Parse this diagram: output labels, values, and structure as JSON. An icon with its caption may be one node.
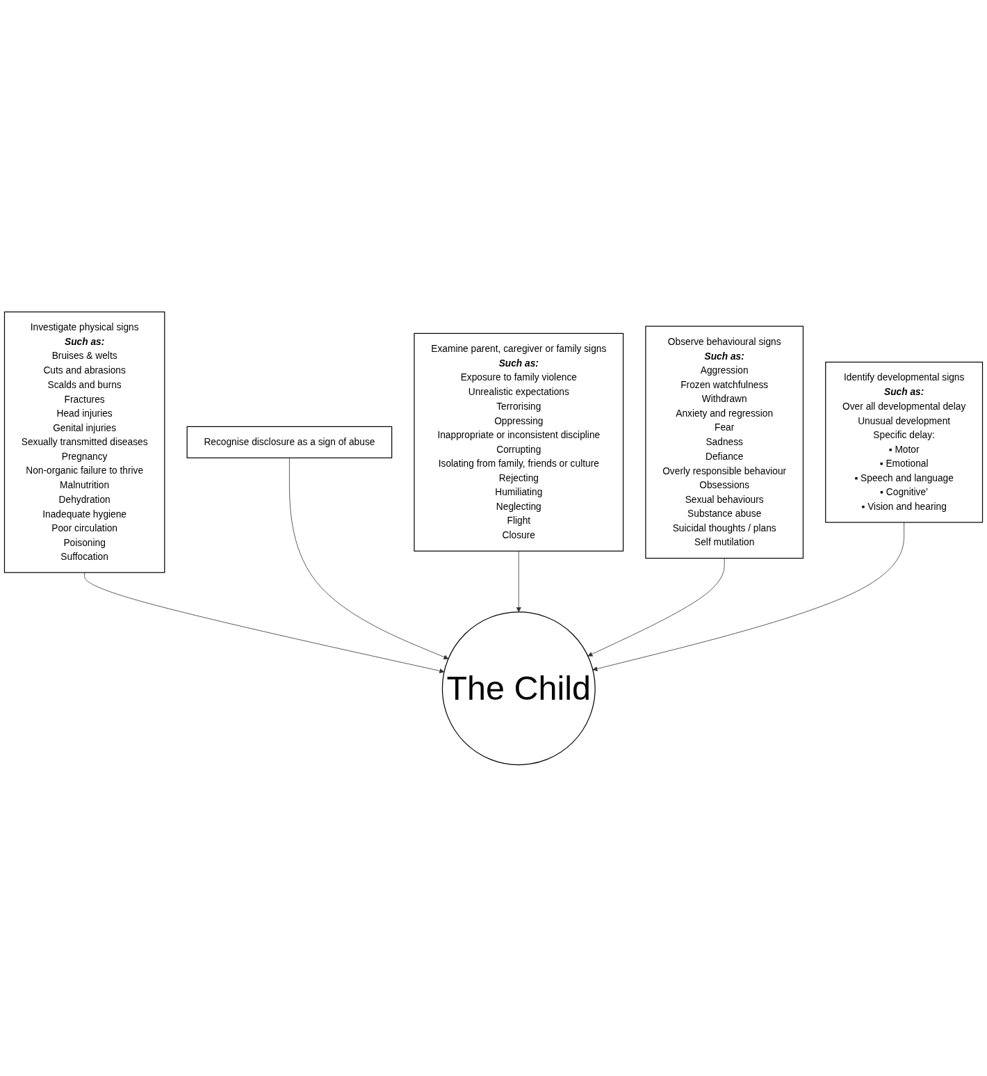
{
  "diagram": {
    "nodes": [
      {
        "text": [
          "Investigate physical signs",
          "Such as:",
          "Bruises & welts",
          "Cuts and abrasions",
          "Scalds and burns",
          "Fractures",
          "Head injuries",
          "Genital injuries",
          "Sexually transmitted diseases",
          "Pregnancy",
          "Non-organic failure to thrive",
          "Malnutrition",
          "Dehydration",
          "Inadequate hygiene",
          "Poor circulation",
          "Poisoning",
          "Suffocation"
        ]
      },
      {
        "text": [
          "Recognise disclosure as a sign of abuse"
        ]
      },
      {
        "text": [
          "Examine parent, caregiver or family signs",
          "Such as:",
          "Exposure to family violence",
          "Unrealistic expectations",
          "Terrorising",
          "Oppressing",
          "Inappropriate or inconsistent discipline",
          "Corrupting",
          "Isolating from family, friends or culture",
          "Rejecting",
          "Humiliating",
          "Neglecting",
          "Flight",
          "Closure"
        ]
      },
      {
        "text": [
          "The Child"
        ]
      },
      {
        "text": [
          "Observe behavioural signs",
          "Such as:",
          "Aggression",
          "Frozen watchfulness",
          "Withdrawn",
          "Anxiety and regression",
          "Fear",
          "Sadness",
          "Defiance",
          "Overly responsible behaviour",
          "Obsessions",
          "Sexual behaviours",
          "Substance abuse",
          "Suicidal thoughts / plans",
          "Self mutilation"
        ]
      },
      {
        "text": [
          "Identify developmental signs",
          "Such as:",
          "Over all developmental delay",
          "Unusual development",
          "Specific delay:",
          "▪ Motor",
          "▪ Emotional",
          "▪ Speech and language",
          "▪ Cognitive’",
          "▪ Vision and hearing"
        ]
      }
    ],
    "edges": [
      {
        "from": 0,
        "to": 3,
        "arrow": "to"
      },
      {
        "from": 1,
        "to": 3,
        "arrow": "to"
      },
      {
        "from": 2,
        "to": 3,
        "arrow": "to"
      },
      {
        "from": 4,
        "to": 3,
        "arrow": "to"
      },
      {
        "from": 5,
        "to": 3,
        "arrow": "to"
      }
    ]
  }
}
